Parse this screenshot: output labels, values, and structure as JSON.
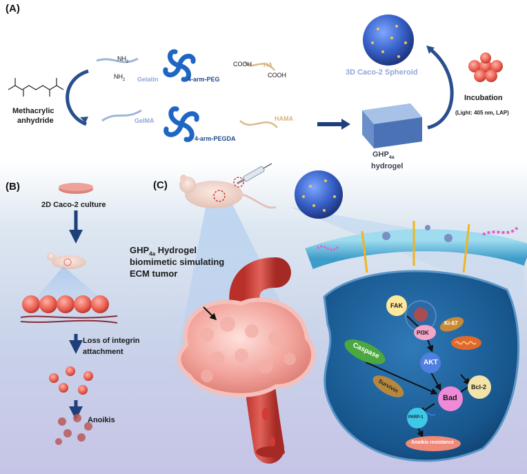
{
  "panels": {
    "a": "(A)",
    "b": "(B)",
    "c": "(C)"
  },
  "panel_a": {
    "methacrylic_line1": "Methacrylic",
    "methacrylic_line2": "anhydride",
    "nh2_top": "NH",
    "nh2_top_sub": "2",
    "nh2_bottom": "NH",
    "nh2_bottom_sub": "2",
    "gelatin": "Gelatin",
    "peg": "4-arm-PEG",
    "cooh_top": "COOH",
    "cooh_bottom": "COOH",
    "ha": "HA",
    "gelma": "GelMA",
    "pegda": "4-arm-PEGDA",
    "hama": "HAMA",
    "spheroid": "3D Caco-2 Spheroid",
    "incubation": "Incubation",
    "incubation_cond": "(Light: 405 nm, LAP)",
    "ghp_main": "GHP",
    "ghp_sub": "4a",
    "ghp_line2": "hydrogel"
  },
  "panel_b": {
    "culture": "2D Caco-2  culture",
    "integrin_line1": "Loss of integrin",
    "integrin_line2": "attachment",
    "anoikis": "Anoikis"
  },
  "panel_c": {
    "hydrogel_main": "GHP",
    "hydrogel_sub": "4a",
    "hydrogel_rest": " Hydrogel",
    "line2": "biomimetic simulating",
    "line3": "ECM  tumor"
  },
  "pathway": {
    "fak": "FAK",
    "pi3k": "PI3K",
    "ki67": "Ki-67",
    "akt": "AKT",
    "caspase": "Caspase",
    "survivin": "Survivin",
    "bad": "Bad",
    "bcl2": "Bcl-2",
    "parp1": "PARP-1",
    "resistance": "Anoikis resistance"
  },
  "colors": {
    "navy_arrow": "#1f3f7a",
    "cell_blue": "#1d5f96",
    "tumor_red": "#e98a86",
    "spheroid_blue": "#3d6fd0",
    "label_blue": "#8ea7d8"
  }
}
